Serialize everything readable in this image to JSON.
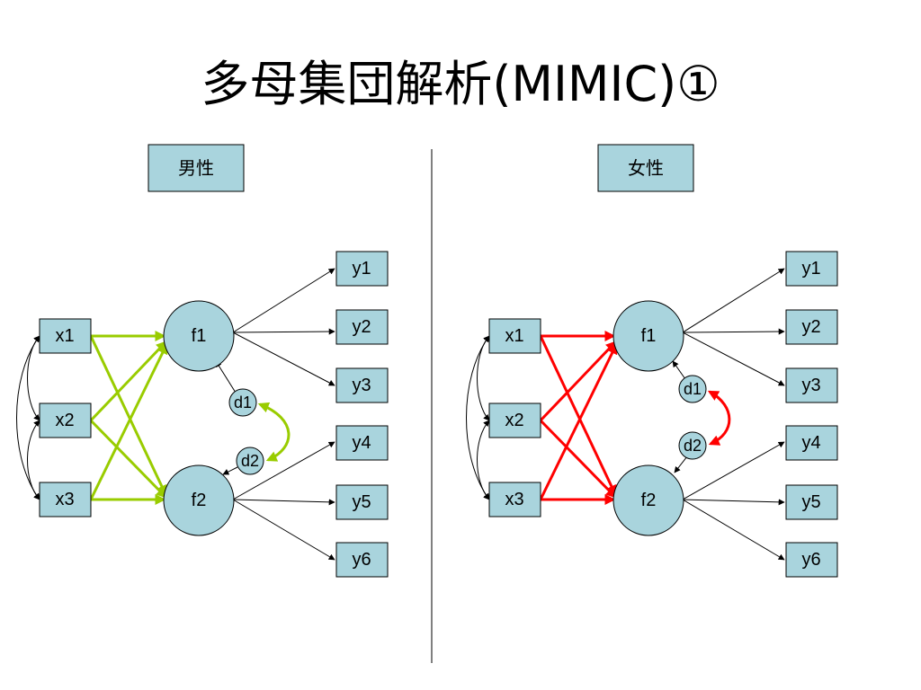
{
  "title": "多母集団解析(MIMIC)①",
  "colors": {
    "node_fill": "#a9d4dd",
    "male_path": "#99cc00",
    "female_path": "#ff0000",
    "divider": "#000000"
  },
  "panels": [
    {
      "group_label": "男性",
      "observed_x": [
        "x1",
        "x2",
        "x3"
      ],
      "latent": [
        "f1",
        "f2"
      ],
      "disturbances": [
        "d1",
        "d2"
      ],
      "indicators": [
        "y1",
        "y2",
        "y3",
        "y4",
        "y5",
        "y6"
      ],
      "path_color": "#99cc00"
    },
    {
      "group_label": "女性",
      "observed_x": [
        "x1",
        "x2",
        "x3"
      ],
      "latent": [
        "f1",
        "f2"
      ],
      "disturbances": [
        "d1",
        "d2"
      ],
      "indicators": [
        "y1",
        "y2",
        "y3",
        "y4",
        "y5",
        "y6"
      ],
      "path_color": "#ff0000"
    }
  ]
}
